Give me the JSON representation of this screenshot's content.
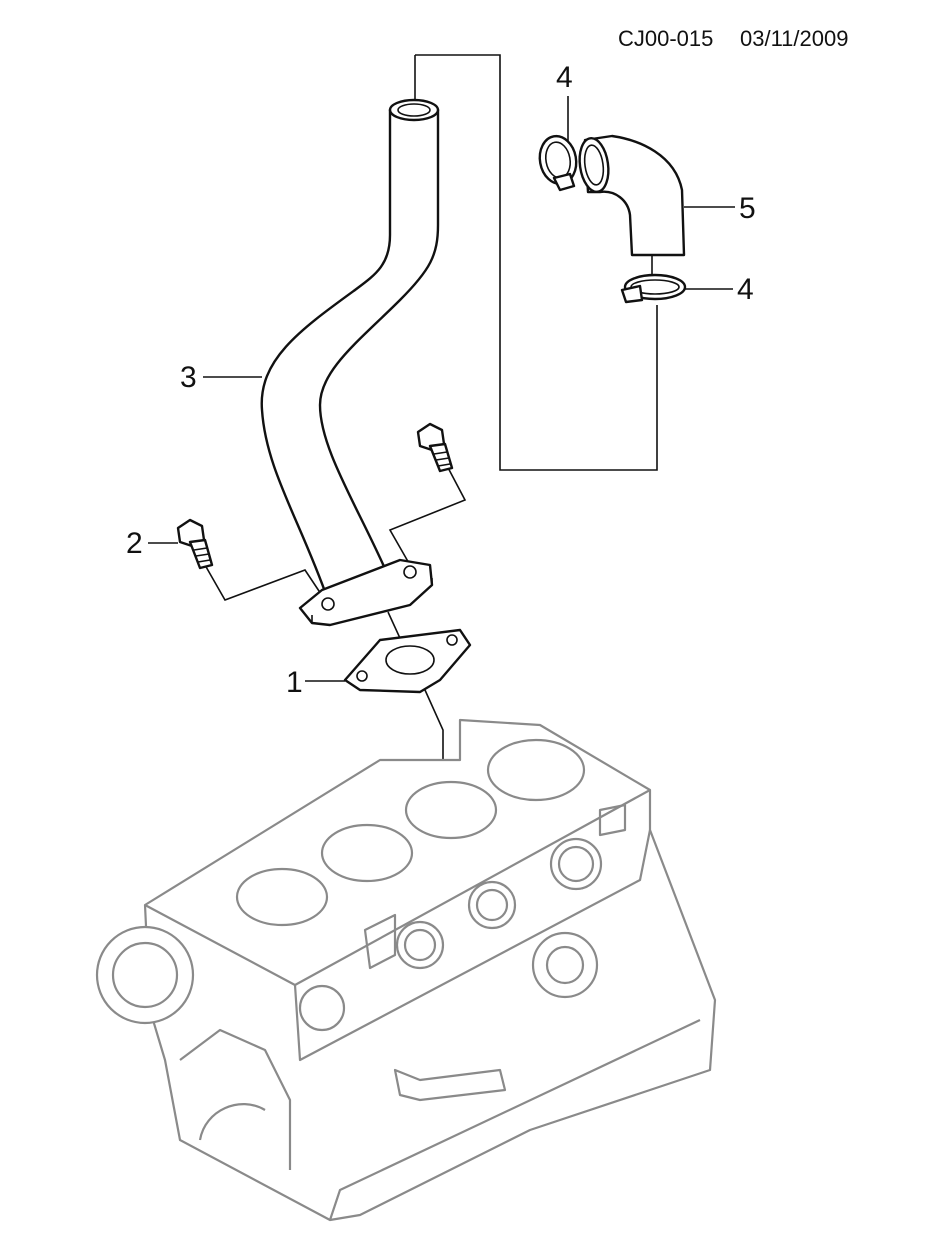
{
  "header": {
    "code": "CJ00-015",
    "date": "03/11/2009"
  },
  "callouts": {
    "gasket": "1",
    "bolt": "2",
    "pipe": "3",
    "clamp_upper": "4",
    "hose": "5",
    "clamp_lower": "4"
  },
  "colors": {
    "ink": "#111111",
    "engine_block": "#8a8a8a",
    "background": "#ffffff"
  }
}
